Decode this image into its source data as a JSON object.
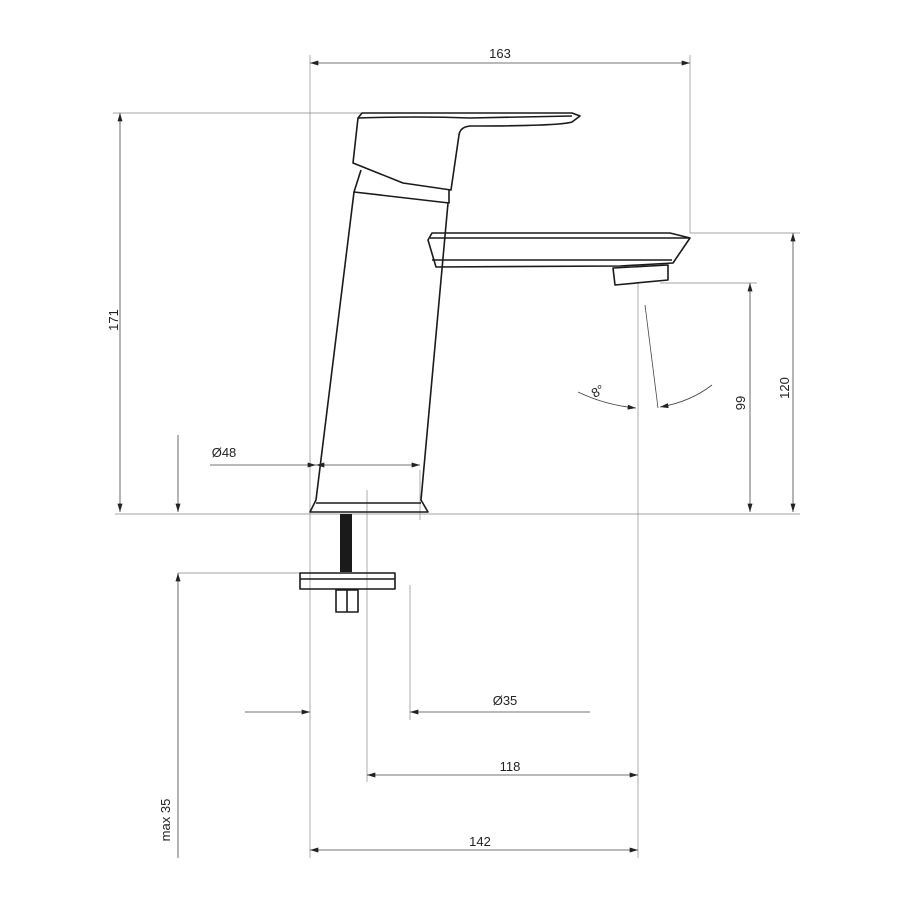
{
  "title": "Basin mixer dimension drawing",
  "dimensions": {
    "width_total": "163",
    "height_total": "171",
    "spout_height": "120",
    "outlet_height": "99",
    "body_diameter": "Ø48",
    "mount_diameter": "Ø35",
    "outlet_reach": "118",
    "spout_reach": "142",
    "max_counter_thickness": "max 35",
    "spray_angle": "8°"
  },
  "colors": {
    "line": "#1a1a1a",
    "dimension": "#444444"
  }
}
